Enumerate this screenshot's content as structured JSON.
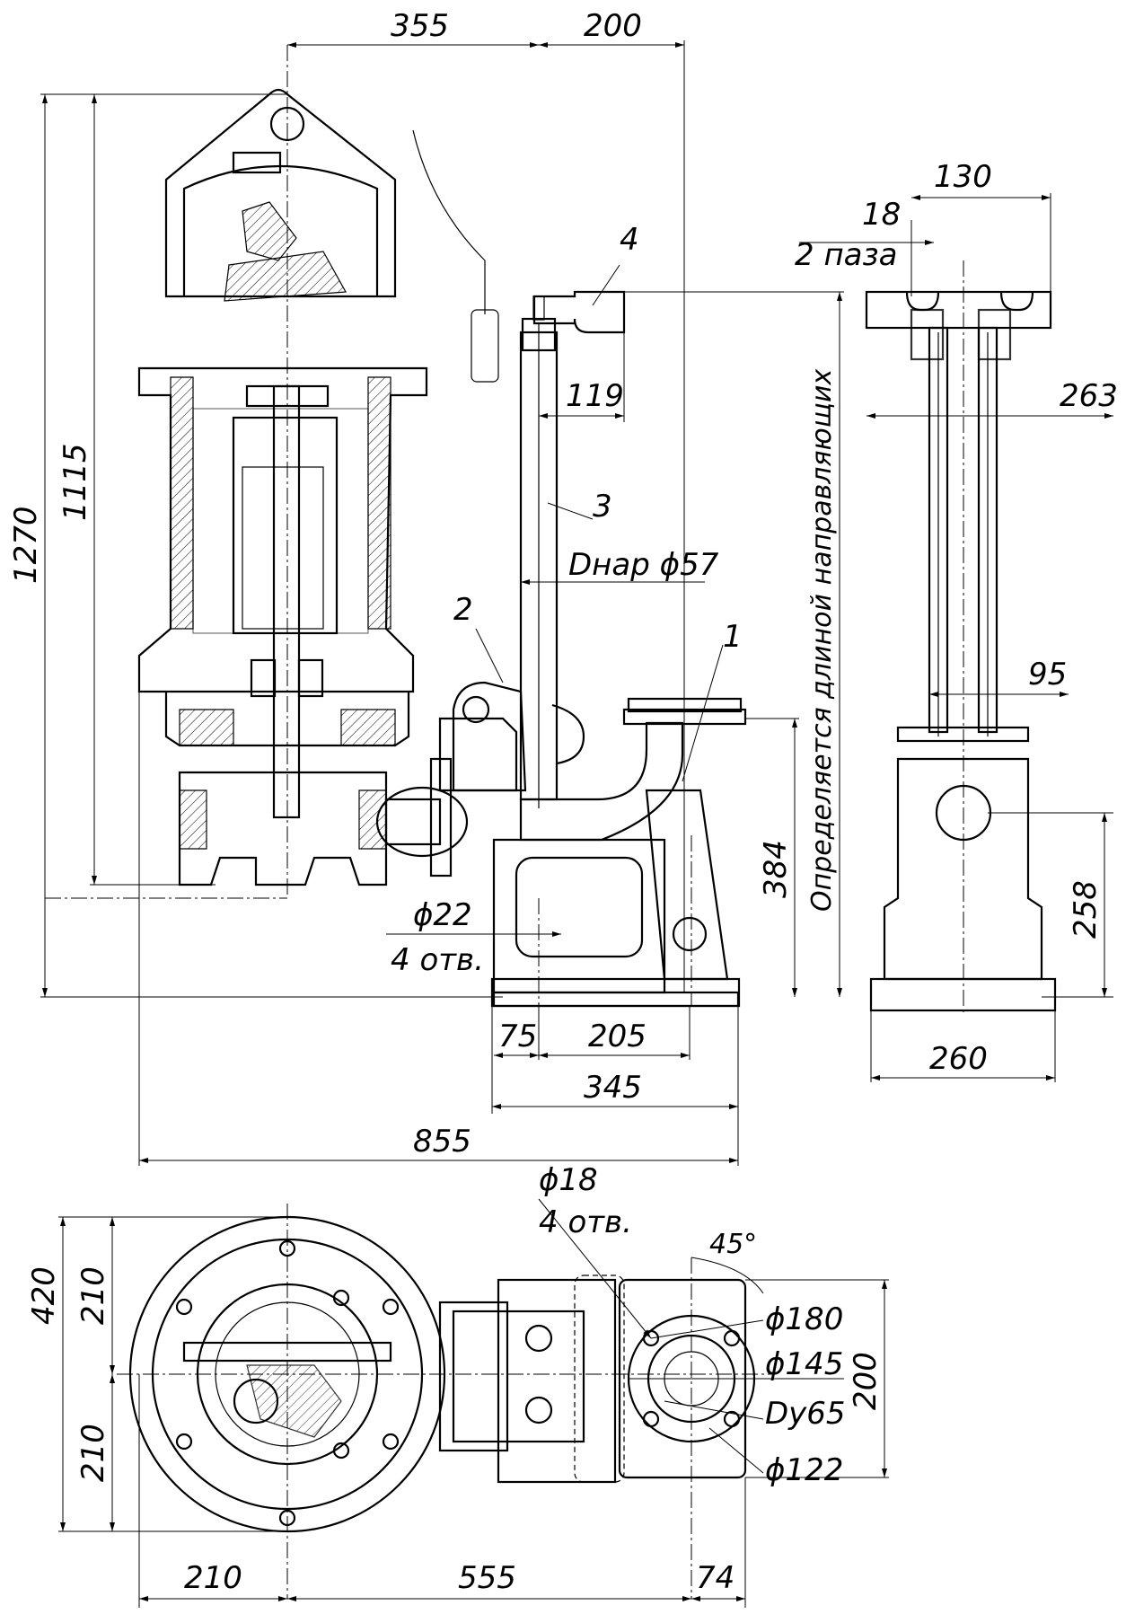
{
  "views": {
    "front": {
      "dims": {
        "d355": "355",
        "d200": "200",
        "d1270": "1270",
        "d1115": "1115",
        "d119": "119",
        "d75": "75",
        "d205": "205",
        "d345": "345",
        "d855": "855",
        "d384": "384"
      },
      "callouts": {
        "c1": "1",
        "c2": "2",
        "c3": "3",
        "c4": "4"
      },
      "notes": {
        "outer_dia": "Dнар ϕ57",
        "hole_dia": "ϕ22",
        "hole_count": "4 отв.",
        "guide_note": "Определяется длиной направляющих"
      }
    },
    "side": {
      "dims": {
        "d130": "130",
        "d18": "18",
        "d263": "263",
        "d95": "95",
        "d258": "258",
        "d260": "260"
      },
      "notes": {
        "slots": "2 паза"
      }
    },
    "top": {
      "dims": {
        "d210a": "210",
        "d420": "420",
        "d210b": "210",
        "d210c": "210",
        "d555": "555",
        "d74": "74",
        "d200": "200"
      },
      "notes": {
        "hole_dia": "ϕ18",
        "hole_count": "4 отв.",
        "angle": "45°",
        "flange_outer": "ϕ180",
        "bolt_circle": "ϕ145",
        "nominal": "Dy65",
        "raised_face": "ϕ122"
      }
    }
  }
}
